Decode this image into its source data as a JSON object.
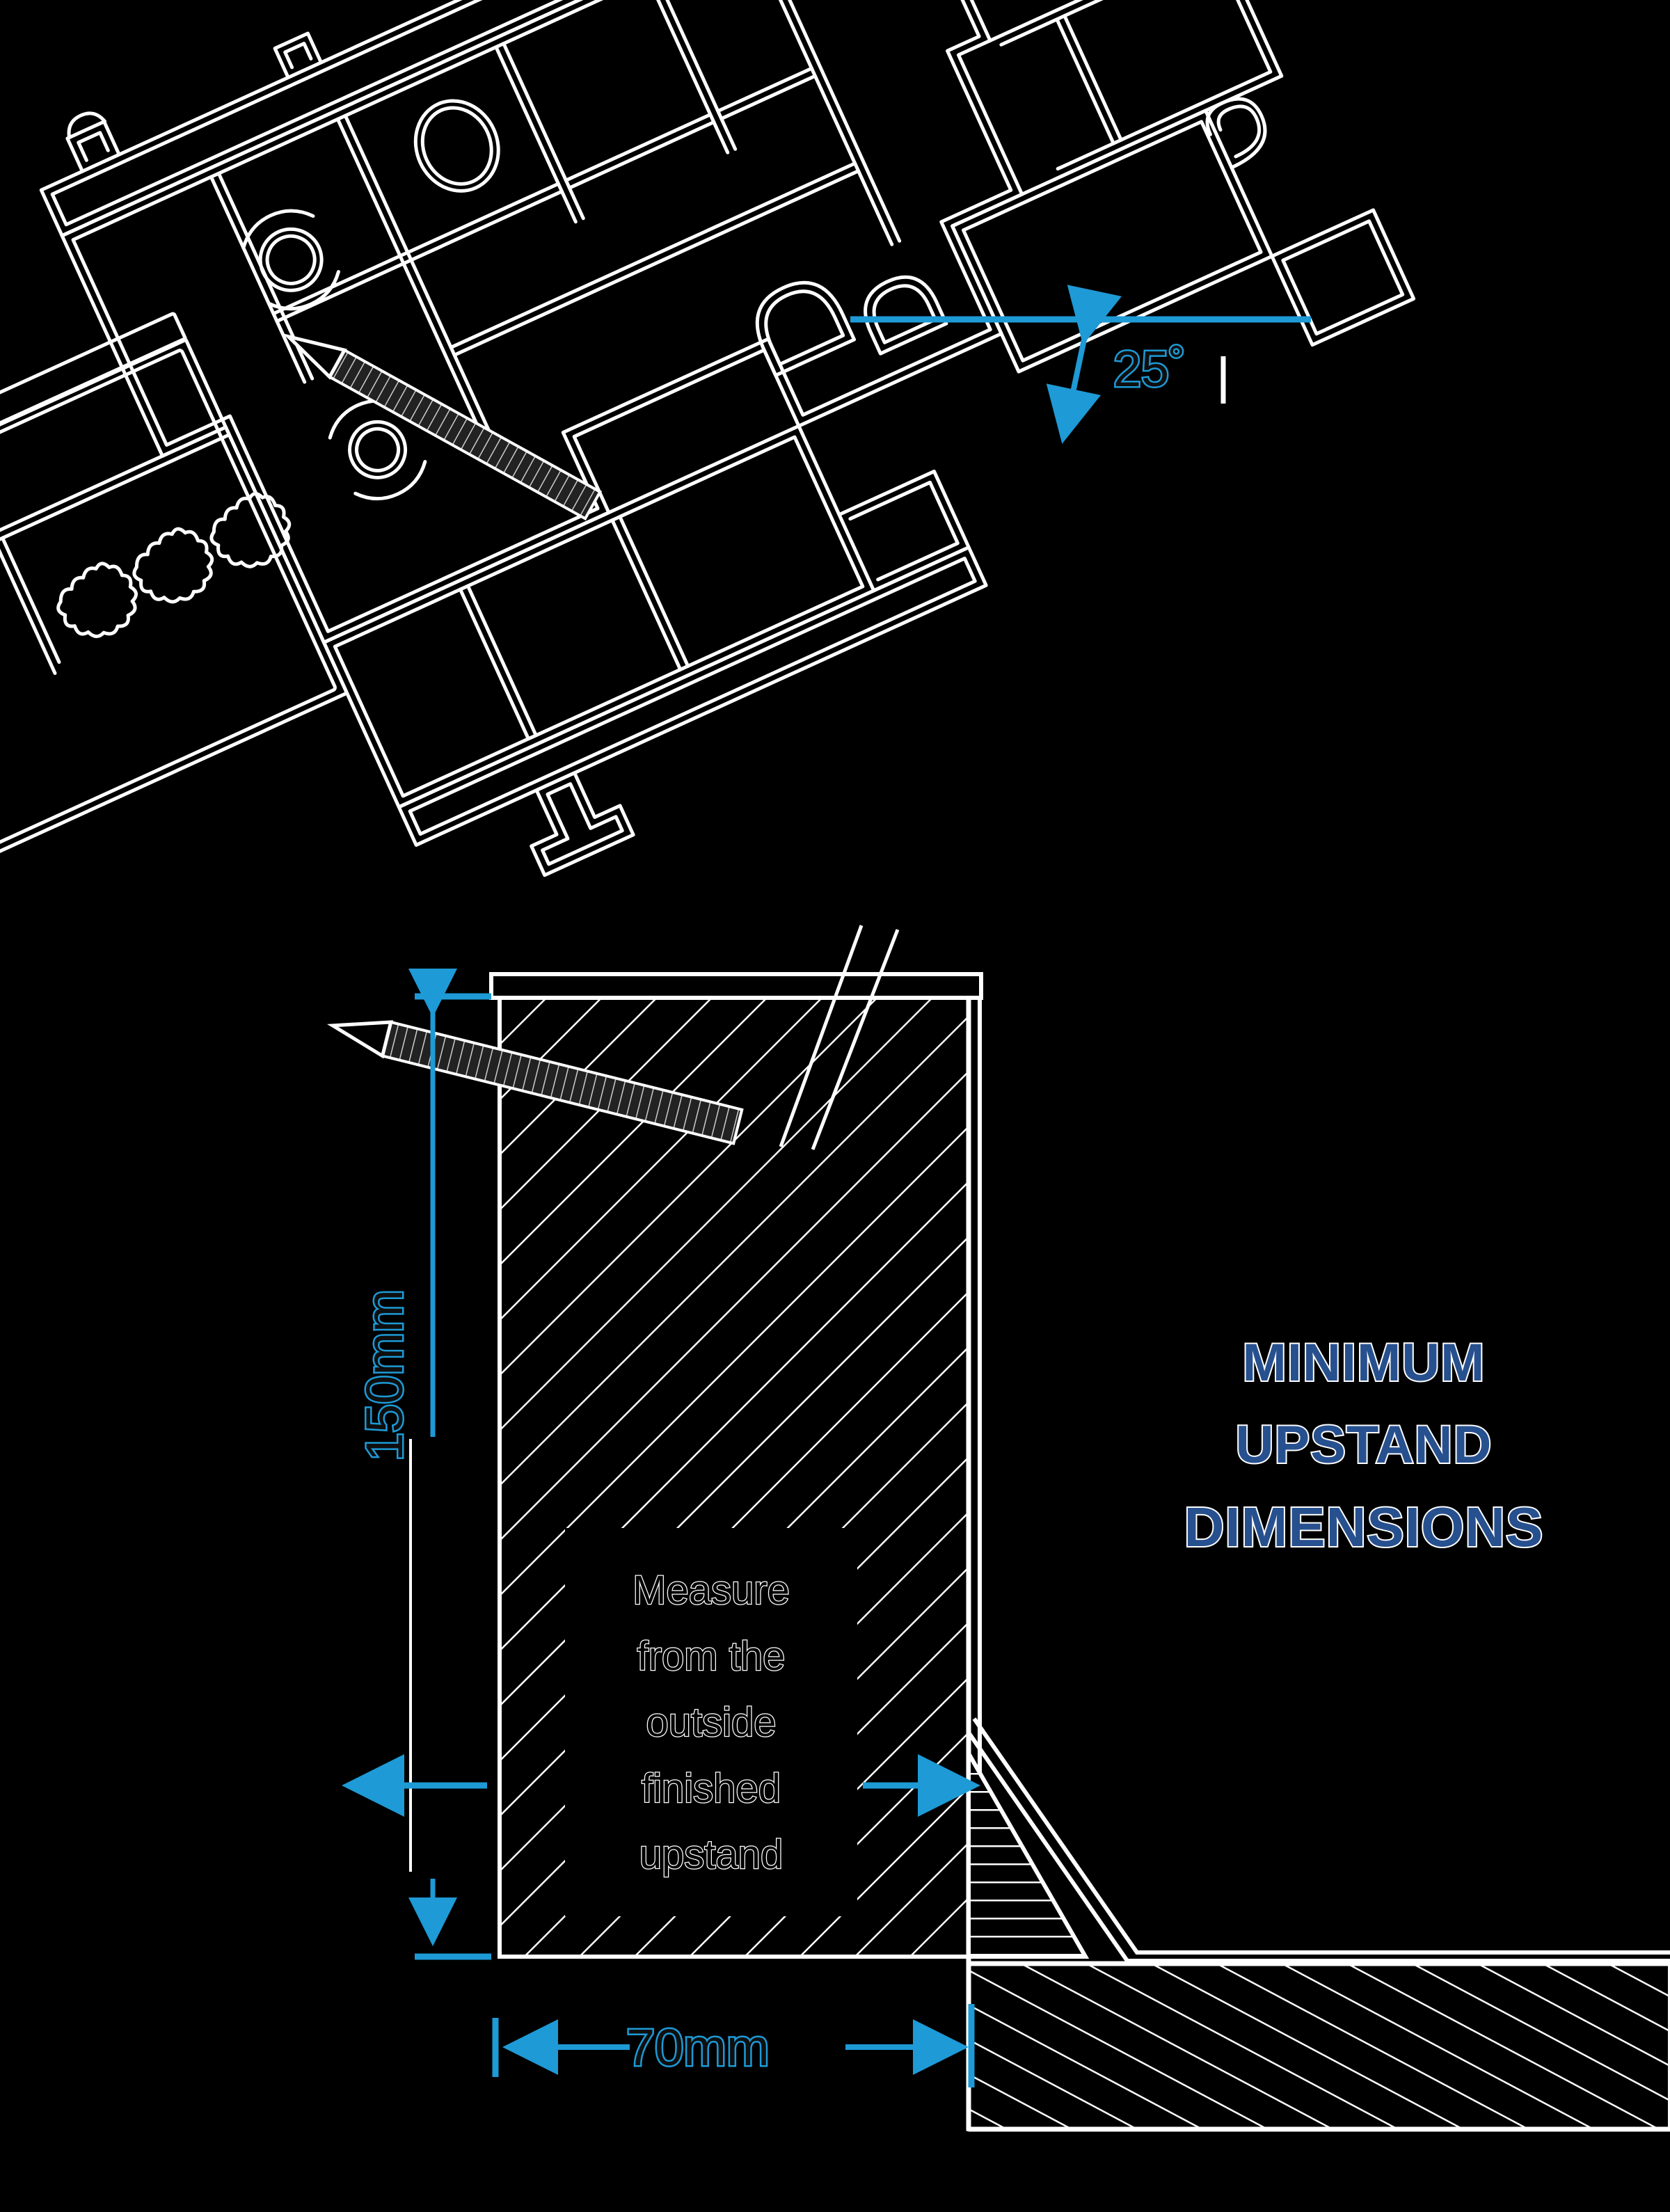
{
  "drawing": {
    "kind": "architectural-cad-section",
    "subject": "Rooflight upstand installation detail",
    "background_color": "#000000",
    "line_color": "#ffffff",
    "dimension_color": "#1e9ad6",
    "title_color": "#27508f"
  },
  "title": {
    "line1": "MINIMUM",
    "line2": "UPSTAND",
    "line3": "DIMENSIONS"
  },
  "callout": {
    "line1": "Measure",
    "line2": "from the",
    "line3": "outside",
    "line4": "finished",
    "line5": "upstand"
  },
  "dimensions": {
    "height": "150mm",
    "width": "70mm",
    "angle": "25˚"
  },
  "annotations": {
    "height_label": "150mm",
    "width_label": "70mm",
    "angle_label": "25˚"
  }
}
